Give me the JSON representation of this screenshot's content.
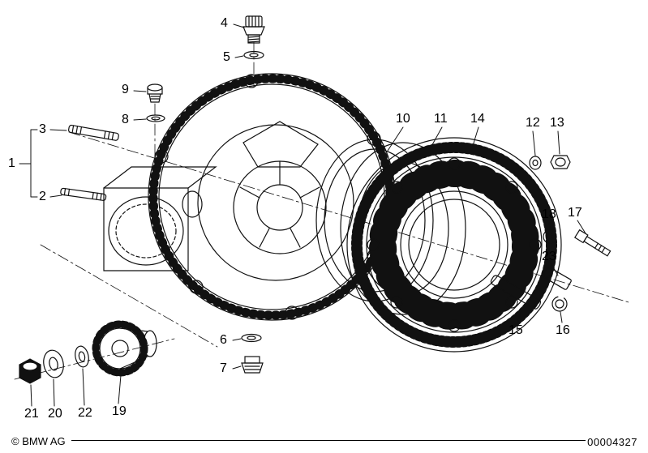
{
  "diagram": {
    "line_color": "#111111",
    "background": "#ffffff"
  },
  "part_numbers": [
    "1",
    "2",
    "3",
    "4",
    "5",
    "6",
    "7",
    "8",
    "9",
    "10",
    "11",
    "12",
    "13",
    "14",
    "15",
    "16",
    "17",
    "18",
    "19",
    "20",
    "21",
    "22",
    "23"
  ],
  "footer": {
    "copyright": "© BMW AG",
    "document_number": "00004327"
  }
}
